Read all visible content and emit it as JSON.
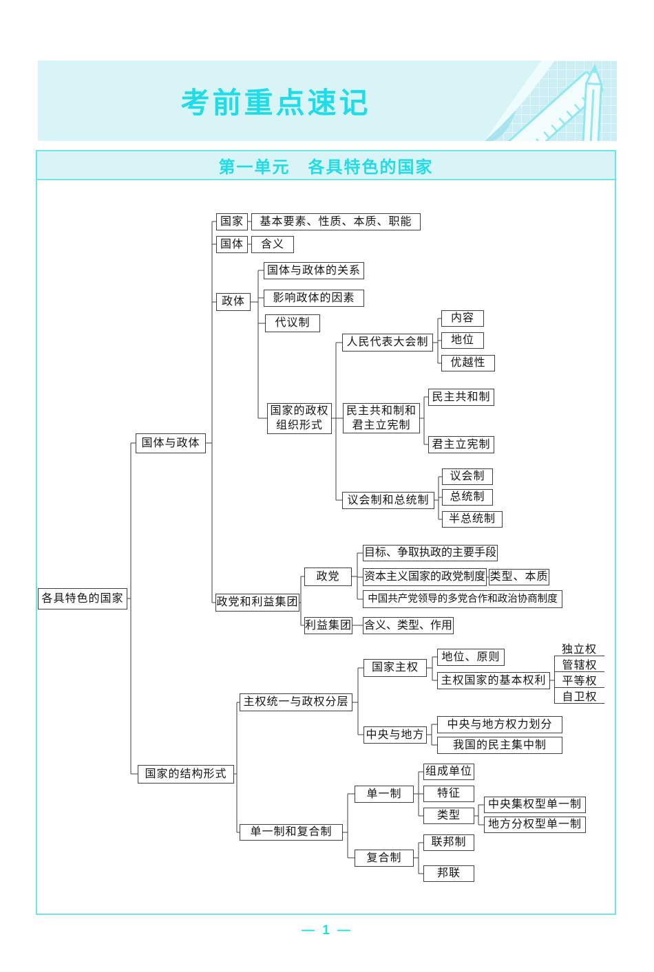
{
  "page": {
    "banner_title": "考前重点速记",
    "unit_title": "第一单元　各具特色的国家",
    "page_number": "— 1 —"
  },
  "colors": {
    "accent": "#1fdce8",
    "accent_border": "#6fe2ec",
    "banner_bg": "#d9f4f7",
    "deco_bg": "#cbeef4",
    "line": "#3d3d3d",
    "node_text": "#141414"
  },
  "icons": {
    "header_decorations": [
      "page-curl",
      "grid-paper",
      "ruler-icon",
      "pencil-icon"
    ]
  },
  "tree": {
    "root": "各具特色的国家",
    "state_and_polity": "国体与政体",
    "state": "国家",
    "state_detail": "基本要素、性质、本质、职能",
    "state_nature": "国体",
    "state_nature_detail": "含义",
    "polity": "政体",
    "polity_relation": "国体与政体的关系",
    "polity_factors": "影响政体的因素",
    "representative_system": "代议制",
    "power_org_line1": "国家的政权",
    "power_org_line2": "组织形式",
    "npc_system": "人民代表大会制",
    "npc_content": "内容",
    "npc_status": "地位",
    "npc_superiority": "优越性",
    "republic_monarchy_line1": "民主共和制和",
    "republic_monarchy_line2": "君主立宪制",
    "democratic_republic": "民主共和制",
    "constitutional_monarchy": "君主立宪制",
    "parliamentary_presidential": "议会制和总统制",
    "parliamentary": "议会制",
    "presidential": "总统制",
    "semi_presidential": "半总统制",
    "parties_interest_groups": "政党和利益集团",
    "parties": "政党",
    "party_goal": "目标、争取执政的主要手段",
    "capitalist_party_system": "资本主义国家的政党制度",
    "type_essence": "类型、本质",
    "cpc_multiparty": "中国共产党领导的多党合作和政治协商制度",
    "interest_groups": "利益集团",
    "interest_groups_detail": "含义、类型、作用",
    "structure_form": "国家的结构形式",
    "sovereignty_layers": "主权统一与政权分层",
    "national_sovereignty": "国家主权",
    "status_principle": "地位、原则",
    "basic_rights": "主权国家的基本权利",
    "right_independence": "独立权",
    "right_jurisdiction": "管辖权",
    "right_equality": "平等权",
    "right_self_defense": "自卫权",
    "central_local": "中央与地方",
    "power_division": "中央与地方权力划分",
    "democratic_centralism": "我国的民主集中制",
    "unitary_composite": "单一制和复合制",
    "unitary": "单一制",
    "component_units": "组成单位",
    "features": "特征",
    "types": "类型",
    "centralized_unitary": "中央集权型单一制",
    "decentralized_unitary": "地方分权型单一制",
    "composite": "复合制",
    "federal": "联邦制",
    "confederation": "邦联"
  }
}
